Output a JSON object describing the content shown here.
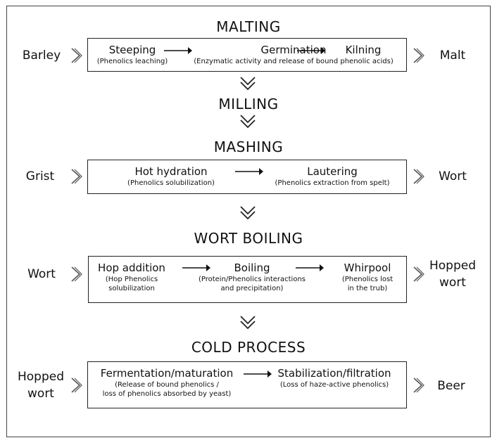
{
  "stages": [
    {
      "title": "MALTING",
      "input": "Barley",
      "output": "Malt",
      "steps": [
        {
          "name": "Steeping",
          "note": "(Phenolics leaching)"
        },
        {
          "name": "Germination",
          "note": "(Enzymatic activity and release of bound phenolic acids)"
        },
        {
          "name": "Kilning",
          "note": ""
        }
      ]
    },
    {
      "title": "MILLING"
    },
    {
      "title": "MASHING",
      "input": "Grist",
      "output": "Wort",
      "steps": [
        {
          "name": "Hot hydration",
          "note": "(Phenolics solubilization)"
        },
        {
          "name": "Lautering",
          "note": "(Phenolics extraction from spelt)"
        }
      ]
    },
    {
      "title": "WORT BOILING",
      "input": "Wort",
      "output": "Hopped\nwort",
      "steps": [
        {
          "name": "Hop addition",
          "note": "(Hop Phenolics\nsolubilization"
        },
        {
          "name": "Boiling",
          "note": "(Protein/Phenolics interactions\nand precipitation)"
        },
        {
          "name": "Whirpool",
          "note": "(Phenolics lost\nin the trub)"
        }
      ]
    },
    {
      "title": "COLD PROCESS",
      "input": "Hopped\nwort",
      "output": "Beer",
      "steps": [
        {
          "name": "Fermentation/maturation",
          "note": "(Release of bound phenolics /\nloss of phenolics absorbed by yeast)"
        },
        {
          "name": "Stabilization/filtration",
          "note": "(Loss of haze-active phenolics)"
        }
      ]
    }
  ]
}
